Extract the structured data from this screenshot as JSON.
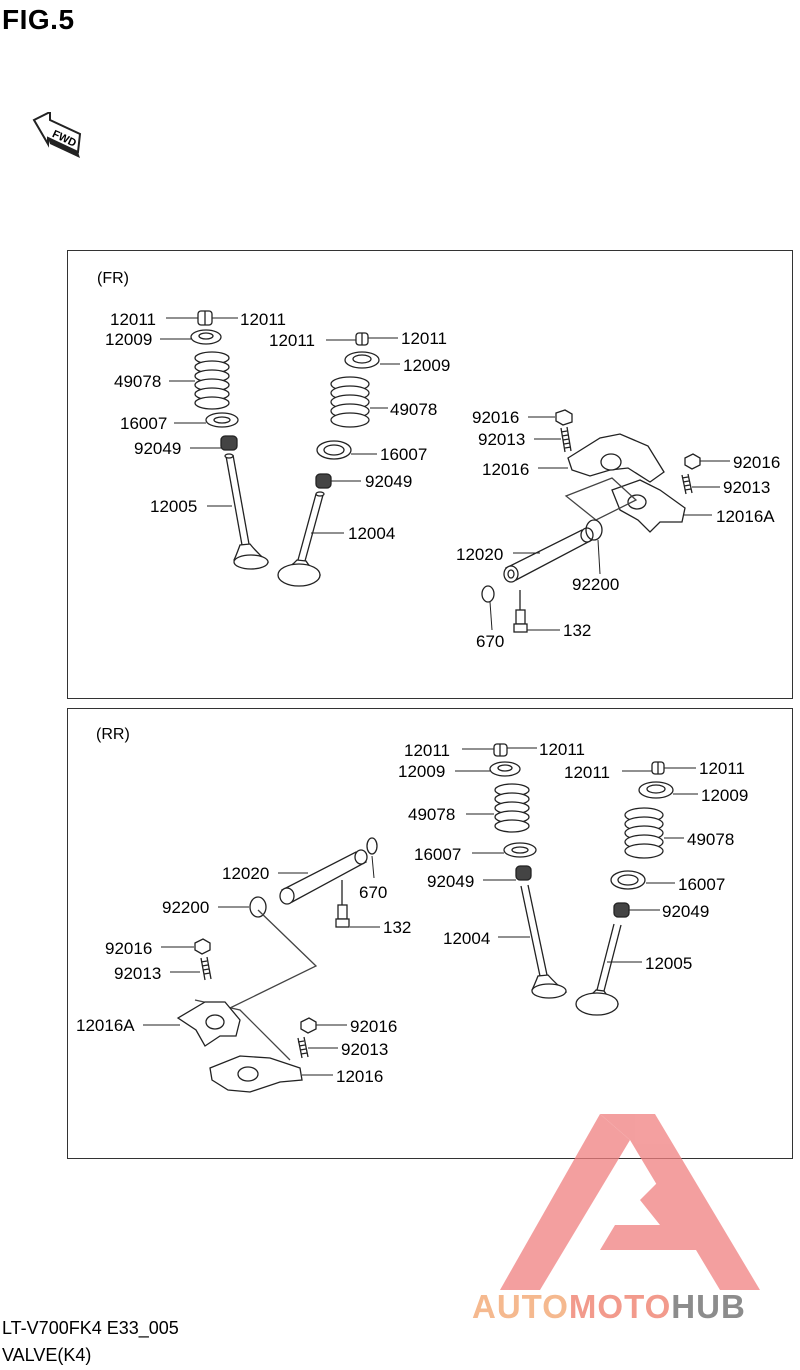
{
  "figure": {
    "title": "FIG.5"
  },
  "fwd_arrow": {
    "label": "FWD"
  },
  "front_section": {
    "label": "(FR)",
    "callouts": {
      "c1": "12011",
      "c2": "12011",
      "c3": "12009",
      "c4": "12011",
      "c5": "12011",
      "c6": "49078",
      "c7": "12009",
      "c8": "49078",
      "c9": "16007",
      "c10": "92016",
      "c11": "92049",
      "c12": "92013",
      "c13": "16007",
      "c14": "12016",
      "c15": "92016",
      "c16": "92049",
      "c17": "92013",
      "c18": "12005",
      "c19": "12016A",
      "c20": "12004",
      "c21": "12020",
      "c22": "92200",
      "c23": "132",
      "c24": "670"
    }
  },
  "rear_section": {
    "label": "(RR)",
    "callouts": {
      "c1": "12011",
      "c2": "12011",
      "c3": "12009",
      "c4": "12011",
      "c5": "12011",
      "c6": "12009",
      "c7": "49078",
      "c8": "49078",
      "c9": "16007",
      "c10": "12020",
      "c11": "92049",
      "c12": "16007",
      "c13": "670",
      "c14": "92049",
      "c15": "92200",
      "c16": "132",
      "c17": "12004",
      "c18": "92016",
      "c19": "12005",
      "c20": "92013",
      "c21": "12016A",
      "c22": "92016",
      "c23": "92013",
      "c24": "12016"
    }
  },
  "footer": {
    "model_code": "LT-V700FK4 E33_005",
    "name": "VALVE(K4)"
  },
  "watermark": {
    "auto": "AUTO",
    "moto": "MOTO",
    "hub": "HUB"
  },
  "colors": {
    "line": "#222222",
    "fill": "#ffffff",
    "watermark_red": "#f08080"
  }
}
